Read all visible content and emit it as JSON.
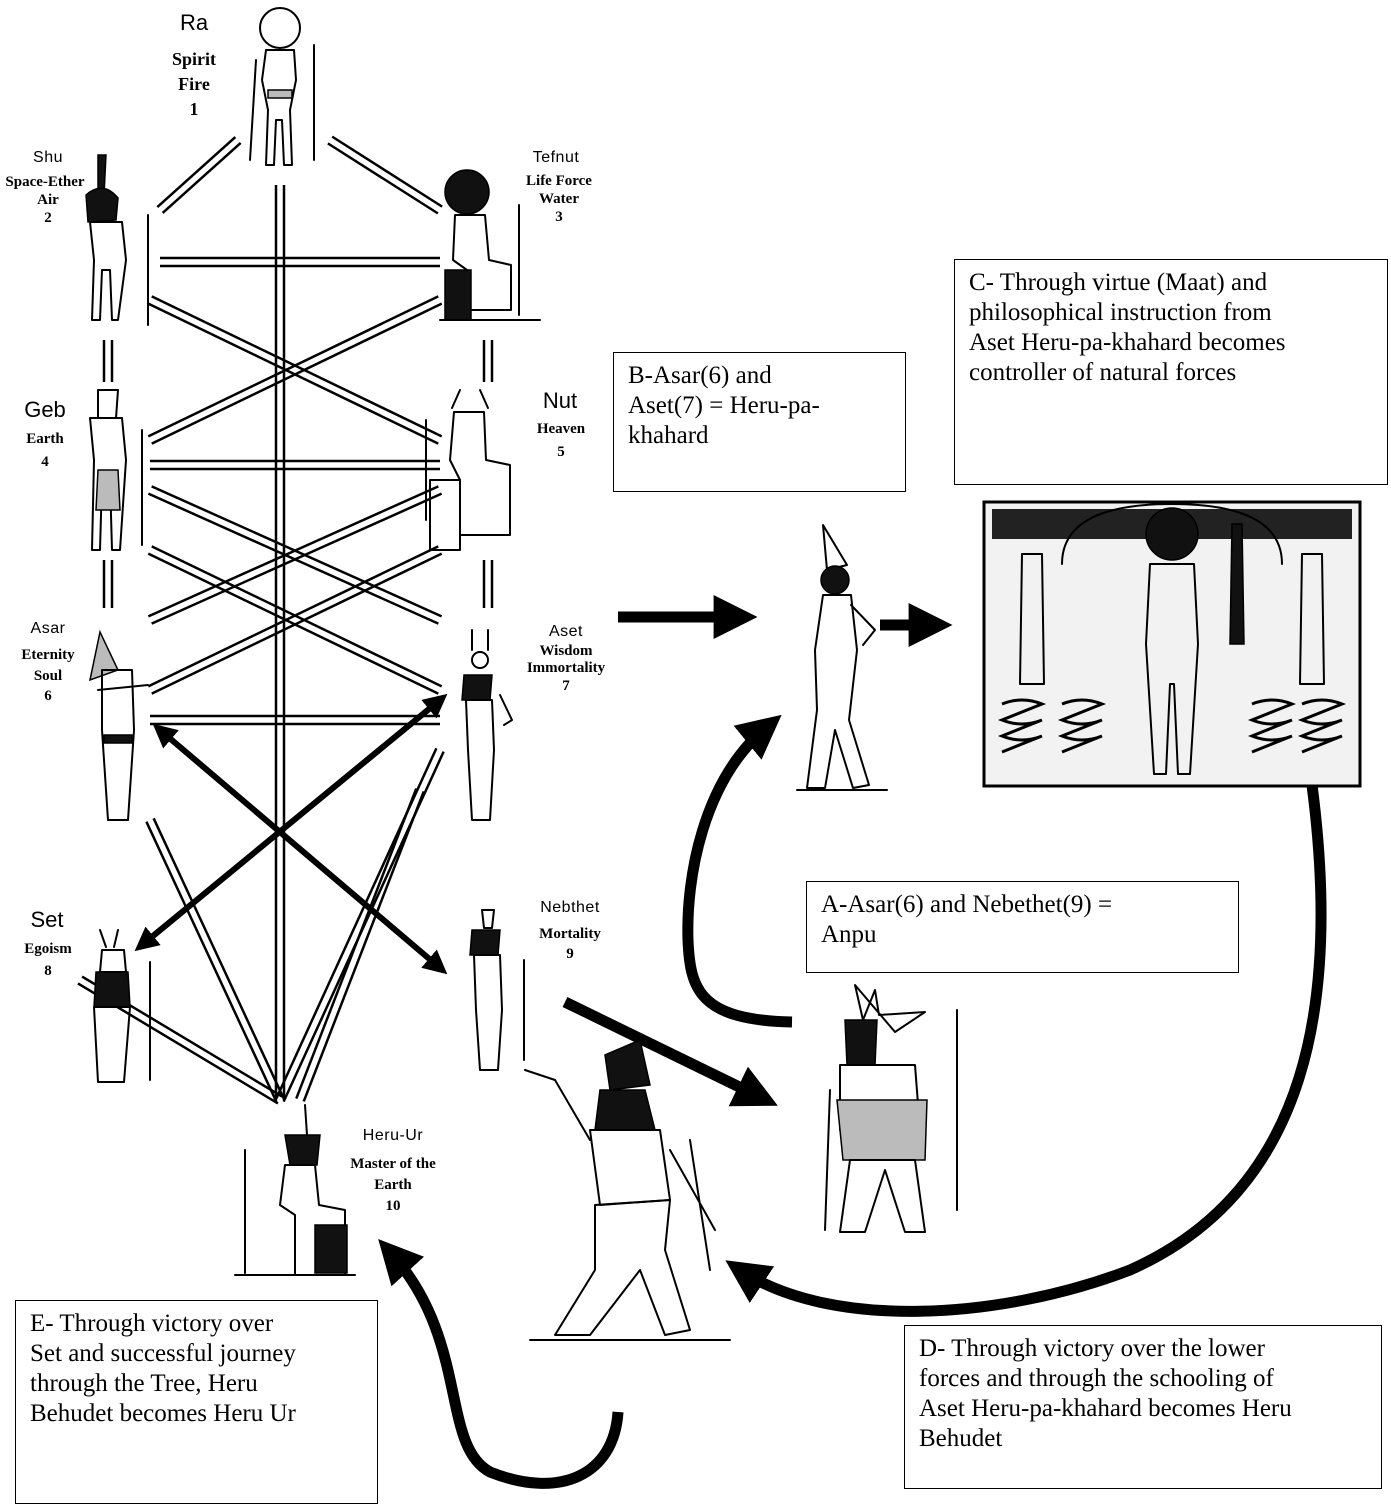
{
  "colors": {
    "ink": "#000000",
    "background": "#ffffff"
  },
  "sefirot": [
    {
      "id": "ra",
      "name": "Ra",
      "lines": [
        "Spirit",
        "Fire",
        "1"
      ]
    },
    {
      "id": "shu",
      "name": "Shu",
      "lines": [
        "Space-Ether",
        "Air",
        "2"
      ]
    },
    {
      "id": "tefnut",
      "name": "Tefnut",
      "lines": [
        "Life Force",
        "Water",
        "3"
      ]
    },
    {
      "id": "geb",
      "name": "Geb",
      "lines": [
        "Earth",
        "4"
      ]
    },
    {
      "id": "nut",
      "name": "Nut",
      "lines": [
        "Heaven",
        "5"
      ]
    },
    {
      "id": "asar",
      "name": "Asar",
      "lines": [
        "Eternity",
        "Soul",
        "6"
      ]
    },
    {
      "id": "aset",
      "name": "Aset",
      "lines": [
        "Wisdom",
        "Immortality",
        "7"
      ]
    },
    {
      "id": "set",
      "name": "Set",
      "lines": [
        "Egoism",
        "8"
      ]
    },
    {
      "id": "nebthet",
      "name": "Nebthet",
      "lines": [
        "Mortality",
        "9"
      ]
    },
    {
      "id": "heru-ur",
      "name": "Heru-Ur",
      "lines": [
        "Master of the",
        "Earth",
        "10"
      ]
    }
  ],
  "figures": [
    {
      "icon": "ra-deity-icon"
    },
    {
      "icon": "shu-deity-icon"
    },
    {
      "icon": "tefnut-deity-icon"
    },
    {
      "icon": "geb-deity-icon"
    },
    {
      "icon": "nut-deity-icon"
    },
    {
      "icon": "asar-deity-icon"
    },
    {
      "icon": "aset-deity-icon"
    },
    {
      "icon": "set-deity-icon"
    },
    {
      "icon": "nebthet-deity-icon"
    },
    {
      "icon": "heru-ur-deity-icon"
    },
    {
      "icon": "heru-pa-khahard-icon"
    },
    {
      "icon": "anpu-icon"
    },
    {
      "icon": "heru-behudet-icon"
    },
    {
      "icon": "controller-of-forces-stele-icon"
    }
  ],
  "notes": {
    "A": "A-Asar(6) and Nebethet(9) =\nAnpu",
    "B": "B-Asar(6) and\nAset(7) =  Heru-pa-\nkhahard",
    "C": "C-  Through virtue (Maat) and\nphilosophical instruction from\nAset Heru-pa-khahard becomes\ncontroller of natural forces",
    "D": "D- Through victory over the lower\nforces and through the schooling of\nAset Heru-pa-khahard becomes Heru\nBehudet",
    "E": "E- Through victory over\nSet and successful journey\nthrough the Tree, Heru\nBehudet becomes Heru Ur"
  }
}
